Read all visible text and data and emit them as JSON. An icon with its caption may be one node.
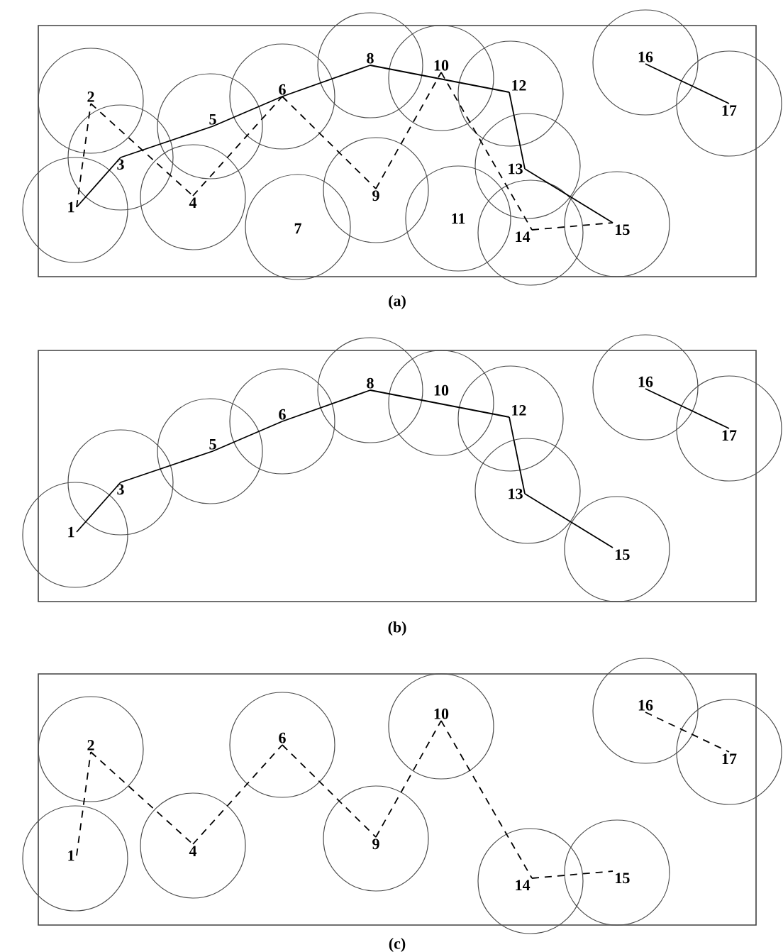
{
  "diagram": {
    "nodes": [
      {
        "text": [
          "1"
        ]
      },
      {
        "text": [
          "2"
        ]
      },
      {
        "text": [
          "3"
        ]
      },
      {
        "text": [
          "4"
        ]
      },
      {
        "text": [
          "5"
        ]
      },
      {
        "text": [
          "6"
        ]
      },
      {
        "text": [
          "7"
        ]
      },
      {
        "text": [
          "8"
        ]
      },
      {
        "text": [
          "9"
        ]
      },
      {
        "text": [
          "10"
        ]
      },
      {
        "text": [
          "11"
        ]
      },
      {
        "text": [
          "12"
        ]
      },
      {
        "text": [
          "13"
        ]
      },
      {
        "text": [
          "14"
        ]
      },
      {
        "text": [
          "15"
        ]
      },
      {
        "text": [
          "16"
        ]
      },
      {
        "text": [
          "17"
        ]
      },
      {
        "text": [
          "1"
        ]
      },
      {
        "text": [
          "3"
        ]
      },
      {
        "text": [
          "5"
        ]
      },
      {
        "text": [
          "6"
        ]
      },
      {
        "text": [
          "8"
        ]
      },
      {
        "text": [
          "10"
        ]
      },
      {
        "text": [
          "12"
        ]
      },
      {
        "text": [
          "13"
        ]
      },
      {
        "text": [
          "15"
        ]
      },
      {
        "text": [
          "16"
        ]
      },
      {
        "text": [
          "17"
        ]
      },
      {
        "text": [
          "1"
        ]
      },
      {
        "text": [
          "2"
        ]
      },
      {
        "text": [
          "4"
        ]
      },
      {
        "text": [
          "6"
        ]
      },
      {
        "text": [
          "9"
        ]
      },
      {
        "text": [
          "10"
        ]
      },
      {
        "text": [
          "14"
        ]
      },
      {
        "text": [
          "15"
        ]
      },
      {
        "text": [
          "16"
        ]
      },
      {
        "text": [
          "17"
        ]
      }
    ],
    "edges": [
      {
        "from": 0,
        "to": 2,
        "arrow": "none"
      },
      {
        "from": 2,
        "to": 4,
        "arrow": "none"
      },
      {
        "from": 4,
        "to": 5,
        "arrow": "none"
      },
      {
        "from": 5,
        "to": 7,
        "arrow": "none"
      },
      {
        "from": 7,
        "to": 11,
        "arrow": "none"
      },
      {
        "from": 11,
        "to": 12,
        "arrow": "none"
      },
      {
        "from": 12,
        "to": 14,
        "arrow": "none"
      },
      {
        "from": 15,
        "to": 16,
        "arrow": "none"
      },
      {
        "from": 0,
        "to": 1,
        "arrow": "none",
        "style": "dashed"
      },
      {
        "from": 1,
        "to": 3,
        "arrow": "none",
        "style": "dashed"
      },
      {
        "from": 3,
        "to": 5,
        "arrow": "none",
        "style": "dashed"
      },
      {
        "from": 5,
        "to": 8,
        "arrow": "none",
        "style": "dashed"
      },
      {
        "from": 8,
        "to": 9,
        "arrow": "none",
        "style": "dashed"
      },
      {
        "from": 9,
        "to": 13,
        "arrow": "none",
        "style": "dashed"
      },
      {
        "from": 13,
        "to": 14,
        "arrow": "none",
        "style": "dashed"
      },
      {
        "from": 17,
        "to": 18,
        "arrow": "none"
      },
      {
        "from": 18,
        "to": 19,
        "arrow": "none"
      },
      {
        "from": 19,
        "to": 20,
        "arrow": "none"
      },
      {
        "from": 20,
        "to": 21,
        "arrow": "none"
      },
      {
        "from": 21,
        "to": 23,
        "arrow": "none"
      },
      {
        "from": 23,
        "to": 24,
        "arrow": "none"
      },
      {
        "from": 24,
        "to": 25,
        "arrow": "none"
      },
      {
        "from": 26,
        "to": 27,
        "arrow": "none"
      },
      {
        "from": 28,
        "to": 29,
        "arrow": "none",
        "style": "dashed"
      },
      {
        "from": 29,
        "to": 30,
        "arrow": "none",
        "style": "dashed"
      },
      {
        "from": 30,
        "to": 31,
        "arrow": "none",
        "style": "dashed"
      },
      {
        "from": 31,
        "to": 32,
        "arrow": "none",
        "style": "dashed"
      },
      {
        "from": 32,
        "to": 33,
        "arrow": "none",
        "style": "dashed"
      },
      {
        "from": 33,
        "to": 34,
        "arrow": "none",
        "style": "dashed"
      },
      {
        "from": 34,
        "to": 35,
        "arrow": "none",
        "style": "dashed"
      },
      {
        "from": 36,
        "to": 37,
        "arrow": "none",
        "style": "dashed"
      }
    ],
    "labels": [
      "(a)",
      "(b)",
      "(c)"
    ]
  }
}
